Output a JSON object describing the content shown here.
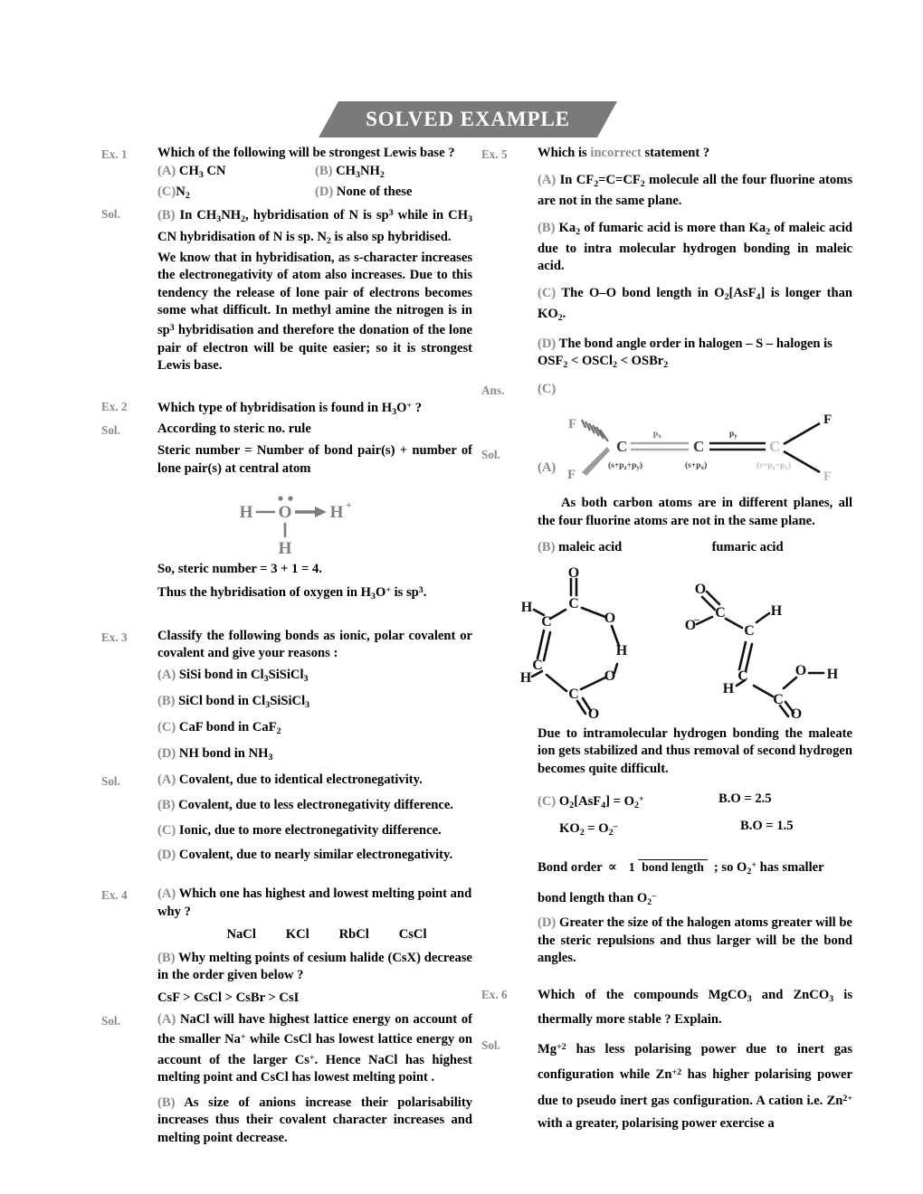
{
  "header": {
    "title": "SOLVED EXAMPLE"
  },
  "labels": {
    "ex1": "Ex. 1",
    "ex2": "Ex. 2",
    "ex3": "Ex. 3",
    "ex4": "Ex. 4",
    "ex5": "Ex. 5",
    "ex6": "Ex. 6",
    "sol": "Sol.",
    "ans": "Ans.",
    "optA": "(A)",
    "optB": "(B)",
    "optC": "(C)",
    "optD": "(D)"
  },
  "left": {
    "ex1": {
      "question": "Which of the following will be strongest Lewis base ?",
      "optionA": "CH3CN",
      "optionB": "CH3NH2",
      "optionC": "N2",
      "optionD": "None of these",
      "sol_line1": "In CH3NH2, hybridisation of N is sp3 while in CH3 CN hybridisation of N is sp. N2 is also sp hybridised.",
      "sol_para": "We know that in hybridisation, as s-character increases the electronegativity of atom also increases. Due to this tendency the release of lone pair of electrons becomes some what difficult. In methyl amine the nitrogen is in sp3 hybridisation and therefore the donation of the lone pair of electron will be quite easier; so it is strongest Lewis base."
    },
    "ex2": {
      "question": "Which type of hybridisation is found in H3O+ ?",
      "sol_line1": "According to steric no. rule",
      "sol_line2": "Steric number = Number of bond pair(s) + number of lone pair(s) at central atom",
      "diagram": {
        "atom_o": "O",
        "atom_h_left": "H",
        "atom_h_right": "H",
        "charge": "+",
        "atom_h_bottom": "H"
      },
      "sol_line3": "So, steric number = 3 + 1 = 4.",
      "sol_line4": "Thus the hybridisation of oxygen in H3O+ is sp3."
    },
    "ex3": {
      "question": "Classify the following bonds as ionic, polar covalent or covalent and give your reasons :",
      "optionA": "SiSi bond in Cl3SiSiCl3",
      "optionB": "SiCl bond in Cl3SiSiCl3",
      "optionC": "CaF bond in CaF2",
      "optionD": "NH bond in NH3",
      "solA": "Covalent, due to identical electronegativity.",
      "solB": "Covalent, due to less electronegativity difference.",
      "solC": "Ionic, due to more electronegativity difference.",
      "solD": "Covalent, due to nearly similar electronegativity."
    },
    "ex4": {
      "questionA": "Which one has highest and lowest melting point and why ?",
      "compounds": [
        "NaCl",
        "KCl",
        "RbCl",
        "CsCl"
      ],
      "questionB": "Why melting points of cesium halide (CsX) decrease in the order given below ?",
      "series": "CsF > CsCl > CsBr > CsI",
      "solA": "NaCl will have highest lattice energy on account of the smaller Na+ while CsCl has lowest lattice energy on account of the larger Cs+. Hence NaCl has highest melting point and CsCl has lowest melting point .",
      "solB": "As size of anions increase their polarisability increases thus their covalent character increases and melting point decrease."
    }
  },
  "right": {
    "ex5": {
      "question": "Which is incorrect statement ?",
      "question_emph": "incorrect",
      "optionA": "In CF2=C=CF2 molecule all the four fluorine atoms are not in the same plane.",
      "optionB": "Ka2 of fumaric acid is more than Ka2 of maleic acid due to intra molecular hydrogen bonding in maleic acid.",
      "optionC": "The O–O bond length in O2[AsF4] is longer than KO2.",
      "optionD": "The bond angle order in halogen – S – halogen is OSF2 < OSCl2 < OSBr2",
      "answer": "(C)",
      "allene": {
        "f1": "F",
        "f2": "F",
        "f3": "F",
        "f4": "F",
        "c1": "C",
        "c2": "C",
        "c3": "C",
        "px_label": "px",
        "py_label": "py",
        "hyb_left": "(s+pz+py)",
        "hyb_mid": "(s+px)",
        "hyb_right": "(s+pz+py)"
      },
      "solA_text": "As both carbon atoms are in different planes, all the four fluorine atoms are not in the same plane.",
      "solB_left_title": "maleic acid",
      "solB_right_title": "fumaric acid",
      "solB_text": "Due to intramolecular hydrogen bonding the maleate ion gets stabilized and thus removal of second hydrogen becomes quite difficult.",
      "solC_line1_left": "O2[AsF4] = O2+",
      "solC_line1_right": "B.O = 2.5",
      "solC_line2_left": "KO2 = O2–",
      "solC_line2_right": "B.O = 1.5",
      "bond_order_prefix": "Bond order",
      "bond_order_prop": "∝",
      "frac_num": "1",
      "frac_den": "bond length",
      "bond_order_suffix": "; so O2+ has smaller",
      "bond_order_line2": "bond length than O2–",
      "solD": "Greater the size of the halogen atoms greater will be the steric repulsions and thus larger will be the bond angles."
    },
    "ex6": {
      "question": "Which of the compounds MgCO3 and ZnCO3 is thermally more stable ? Explain.",
      "sol": "Mg+2 has less polarising power due to inert gas configuration while Zn+2 has higher polarising power due to pseudo inert gas configuration. A cation i.e. Zn2+ with a greater, polarising power exercise a"
    }
  },
  "molecule_atoms": {
    "C": "C",
    "O": "O",
    "H": "H",
    "F": "F"
  },
  "colors": {
    "banner_bg": "#7a7a7a",
    "banner_text": "#ffffff",
    "label_gray": "#8a8a8a",
    "text_black": "#000000"
  }
}
